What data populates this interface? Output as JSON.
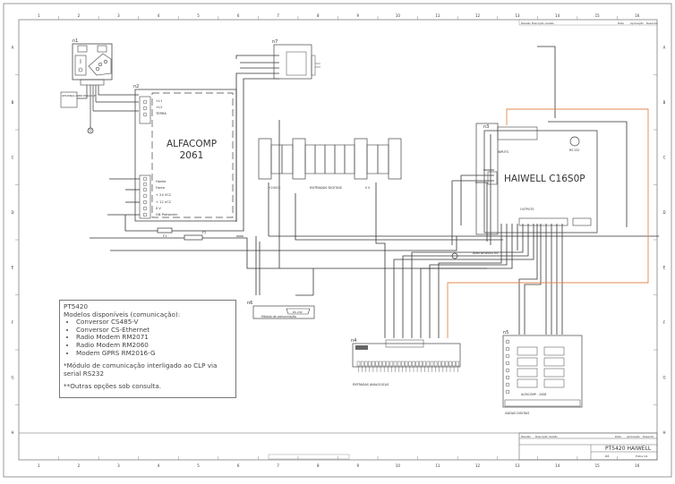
{
  "drawing": {
    "column_numbers": [
      "1",
      "2",
      "3",
      "4",
      "5",
      "6",
      "7",
      "8",
      "9",
      "10",
      "11",
      "12",
      "13",
      "14",
      "15",
      "16"
    ],
    "row_letters": [
      "A",
      "B",
      "C",
      "D",
      "E",
      "F",
      "G",
      "H"
    ]
  },
  "components": {
    "n1": {
      "tag": "n1",
      "label_box": "OPCIONAL CABO PARA CLP"
    },
    "n2": {
      "tag": "n2",
      "title_line1": "ALFACOMP",
      "title_line2": "2061",
      "terminals_top": [
        "+L1",
        "+L2",
        "TERRA"
      ],
      "terminals_bottom": [
        "Hanke",
        "Fonte",
        "+ 24 VCC",
        "+ 12 VCC",
        "0 V",
        "GN Protander"
      ]
    },
    "n3": {
      "tag": "n3",
      "title": "HAIWELL C16S0P",
      "inputs_label": "INPUTS",
      "outputs_label": "OUTPUTS",
      "port_label": "RS 232"
    },
    "n4": {
      "tag": "n4",
      "caption": "ENTRADAS ANALOGICAS"
    },
    "n5": {
      "tag": "n5",
      "model": "ALFACOMP - 2008",
      "caption": "SAIDAS DIGITAIS"
    },
    "n6": {
      "tag": "n6",
      "caption": "Módulo de comunicação",
      "port": "RS 232"
    },
    "n7": {
      "tag": "n7"
    },
    "digital_inputs": {
      "caption": "ENTRADAS DIGITAIS",
      "left_label": "+24VCC",
      "right_label": "0 V"
    },
    "ground_label": "Aterramento 0V",
    "fuses": [
      "F1",
      "F2"
    ]
  },
  "notes": {
    "title": "PT5420",
    "subtitle": "Modelos disponíveis (comunicação):",
    "items": [
      "Conversor CS485-V",
      "Conversor CS-Ethernet",
      "Radio Modem RM2071",
      "Radio Modem RM2060",
      "Modem GPRS RM2016-G"
    ],
    "note1": "*Módulo de comunicação interligado ao CLP via serial RS232",
    "note2": "**Outras opções sob consulta."
  },
  "title_block": {
    "top_row": [
      "Revisão",
      "Descrição revisão",
      "Data",
      "Aprovação",
      "Desenho"
    ],
    "project": "PT5420 HAIWELL",
    "sheet": "A4",
    "folha": "Folha 1/1"
  },
  "colors": {
    "line": "#222222",
    "orange_wire": "#e08a50",
    "frame": "#888888"
  }
}
